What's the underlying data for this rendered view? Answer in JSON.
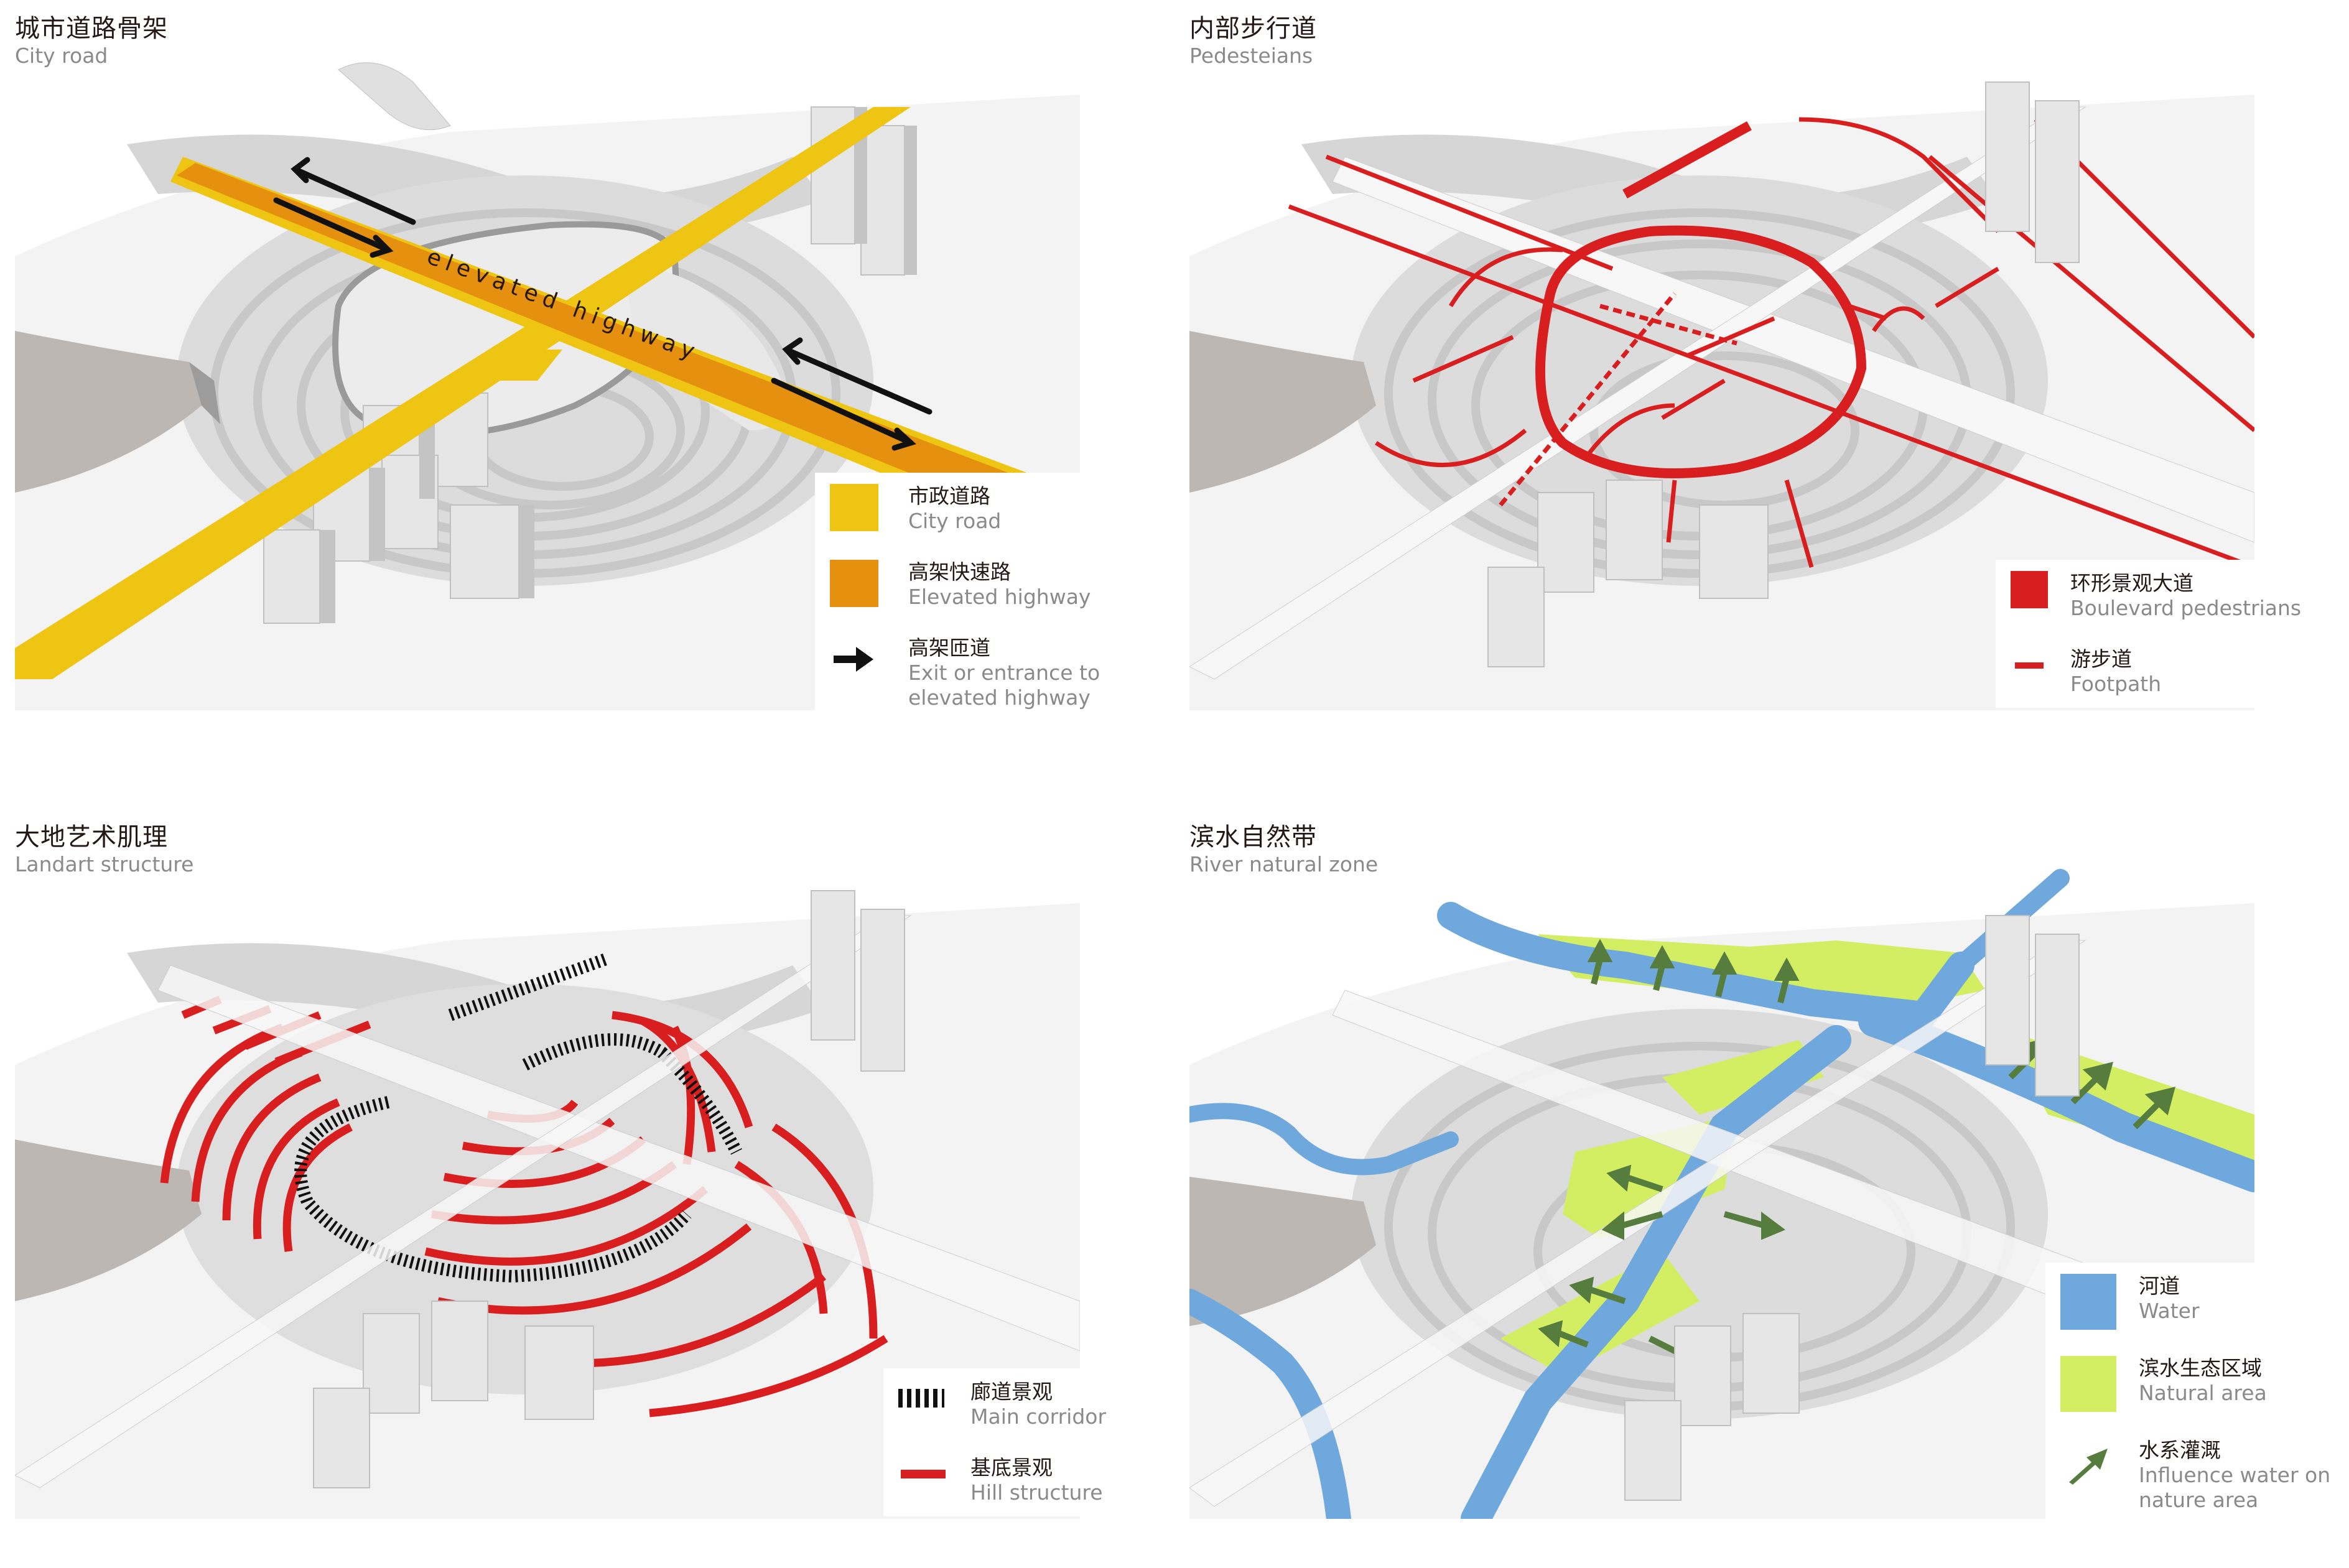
{
  "colors": {
    "city_road": "#EEC513",
    "elevated_highway": "#E5900E",
    "ramp_arrow": "#111111",
    "boulevard": "#D81E1F",
    "footpath": "#D81E1F",
    "main_corridor": "#111111",
    "hill_structure": "#D81E1F",
    "water": "#6FA8DC",
    "natural_area": "#D4EE63",
    "influence_arrow": "#567D3E",
    "base_gray": "#D9D9D9",
    "building_gray": "#C4C4C4",
    "stadium": "#BDB7B4"
  },
  "panels": [
    {
      "title_zh": "城市道路骨架",
      "title_en": "City road",
      "map_label": "elevated highway",
      "legend": [
        {
          "icon": "yellow-swatch",
          "zh": "市政道路",
          "en": "City road"
        },
        {
          "icon": "orange-swatch",
          "zh": "高架快速路",
          "en": "Elevated highway"
        },
        {
          "icon": "black-arrow-icon",
          "zh": "高架匝道",
          "en": "Exit or entrance to elevated highway"
        }
      ]
    },
    {
      "title_zh": "内部步行道",
      "title_en": "Pedesteians",
      "legend": [
        {
          "icon": "red-swatch",
          "zh": "环形景观大道",
          "en": "Boulevard pedestrians"
        },
        {
          "icon": "red-line-icon",
          "zh": "游步道",
          "en": "Footpath"
        }
      ]
    },
    {
      "title_zh": "大地艺术肌理",
      "title_en": "Landart structure",
      "legend": [
        {
          "icon": "hatched-bar-icon",
          "zh": "廊道景观",
          "en": "Main corridor"
        },
        {
          "icon": "red-line-icon",
          "zh": "基底景观",
          "en": "Hill structure"
        }
      ]
    },
    {
      "title_zh": "滨水自然带",
      "title_en": "River natural zone",
      "legend": [
        {
          "icon": "blue-swatch",
          "zh": "河道",
          "en": "Water"
        },
        {
          "icon": "green-swatch",
          "zh": "滨水生态区域",
          "en": "Natural area"
        },
        {
          "icon": "green-arrow-icon",
          "zh": "水系灌溉",
          "en": "Influence water on nature area"
        }
      ]
    }
  ]
}
